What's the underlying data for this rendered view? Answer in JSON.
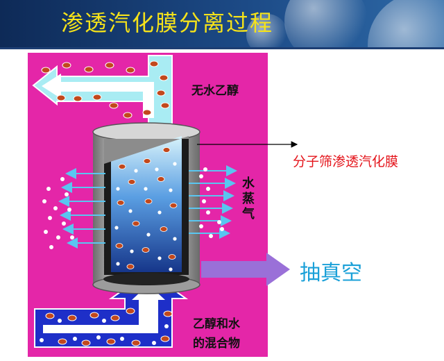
{
  "title": "渗透汽化膜分离过程",
  "labels": {
    "anhydrous_ethanol": "无水乙醇",
    "water_vapor": "水蒸气",
    "membrane": "分子筛渗透汽化膜",
    "vacuum": "抽真空",
    "mixture_line1": "乙醇和水",
    "mixture_line2": "的混合物"
  },
  "colors": {
    "magenta_background": "#e426a8",
    "header_title": "#f5e21a",
    "membrane_label": "#e4141b",
    "vacuum_label": "#1aa0d8",
    "vacuum_arrow": "#9a70d8",
    "ethanol_particle": "#c2481c",
    "water_particle": "#ffffff",
    "mixture_feed": "#1e2fc8",
    "product_stream": "#a9ecf3"
  }
}
